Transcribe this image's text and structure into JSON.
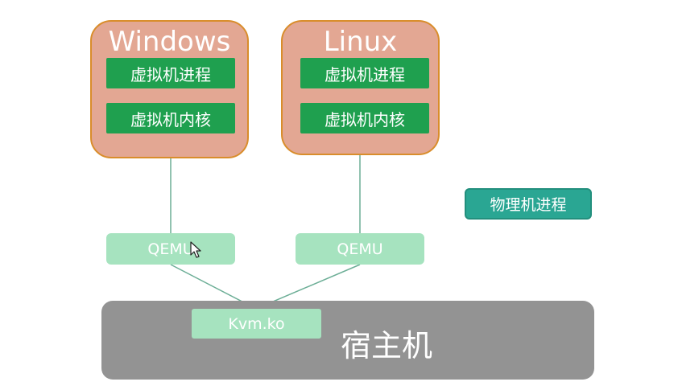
{
  "diagram": {
    "guests": [
      {
        "title": "Windows",
        "process_label": "虚拟机进程",
        "kernel_label": "虚拟机内核",
        "emulator_label": "QEMU"
      },
      {
        "title": "Linux",
        "process_label": "虚拟机进程",
        "kernel_label": "虚拟机内核",
        "emulator_label": "QEMU"
      }
    ],
    "host": {
      "label": "宿主机",
      "module_label": "Kvm.ko"
    },
    "legend": {
      "label": "物理机进程"
    },
    "colors": {
      "vm_fill": "#e3a793",
      "vm_border": "#d98d2b",
      "process_green": "#1fa04f",
      "qemu_green": "#a6e3bf",
      "host_gray": "#939393",
      "legend_teal": "#2aa693",
      "connector": "#6cae96"
    }
  }
}
